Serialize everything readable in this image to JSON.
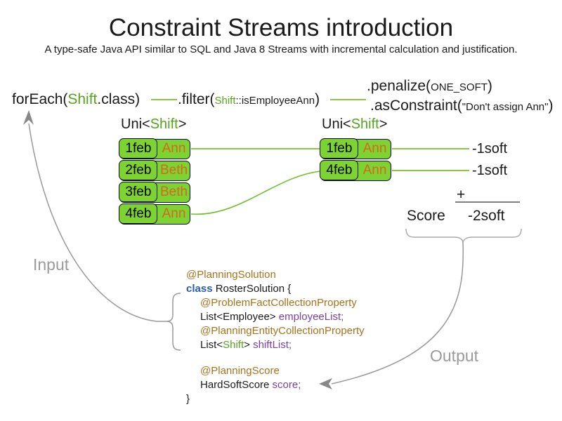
{
  "title": "Constraint Streams introduction",
  "subtitle": "A type-safe Java API similar to SQL and Java 8 Streams with incremental calculation and justification.",
  "pipeline": {
    "foreach_prefix": "forEach(",
    "foreach_class": "Shift",
    "foreach_suffix": ".class)",
    "filter_prefix": ".filter(",
    "filter_class": "Shift",
    "filter_method": "::isEmployeeAnn",
    "filter_suffix": ")",
    "penalize_prefix": ".penalize(",
    "penalize_arg": "ONE_SOFT",
    "penalize_suffix": ")",
    "asconstraint_prefix": ".asConstraint(",
    "asconstraint_arg": "\"Don't assign Ann\"",
    "asconstraint_suffix": ")"
  },
  "streams": {
    "left": {
      "label_open": "Uni<",
      "label_class": "Shift",
      "label_close": ">",
      "rows": [
        {
          "date": "1feb",
          "employee": "Ann"
        },
        {
          "date": "2feb",
          "employee": "Beth"
        },
        {
          "date": "3feb",
          "employee": "Beth"
        },
        {
          "date": "4feb",
          "employee": "Ann"
        }
      ]
    },
    "right": {
      "label_open": "Uni<",
      "label_class": "Shift",
      "label_close": ">",
      "rows": [
        {
          "date": "1feb",
          "employee": "Ann"
        },
        {
          "date": "4feb",
          "employee": "Ann"
        }
      ]
    }
  },
  "scoring": {
    "penalty_rows": [
      "-1soft",
      "-1soft"
    ],
    "plus_sign": "+",
    "score_label": "Score",
    "total": "-2soft"
  },
  "flow_labels": {
    "input": "Input",
    "output": "Output"
  },
  "code": {
    "line1": "@PlanningSolution",
    "line2_keyword": "class",
    "line2_rest": " RosterSolution {",
    "line3": "@ProblemFactCollectionProperty",
    "line4_type": "List<Employee> ",
    "line4_field": "employeeList;",
    "line5": "@PlanningEntityCollectionProperty",
    "line6_open": "List<",
    "line6_class": "Shift",
    "line6_close": "> ",
    "line6_field": "shiftList;",
    "line7": "@PlanningScore",
    "line8_type": "HardSoftScore ",
    "line8_field": "score;",
    "line9": "}"
  },
  "colors": {
    "box_green": "#7cd332",
    "text_green": "#56a321",
    "line_green": "#8dc63f",
    "employee_orange": "#d2691e",
    "annotation_brown": "#a6721c",
    "keyword_blue": "#2a5db0",
    "field_purple": "#7d3fa0",
    "flow_gray": "#999999"
  }
}
